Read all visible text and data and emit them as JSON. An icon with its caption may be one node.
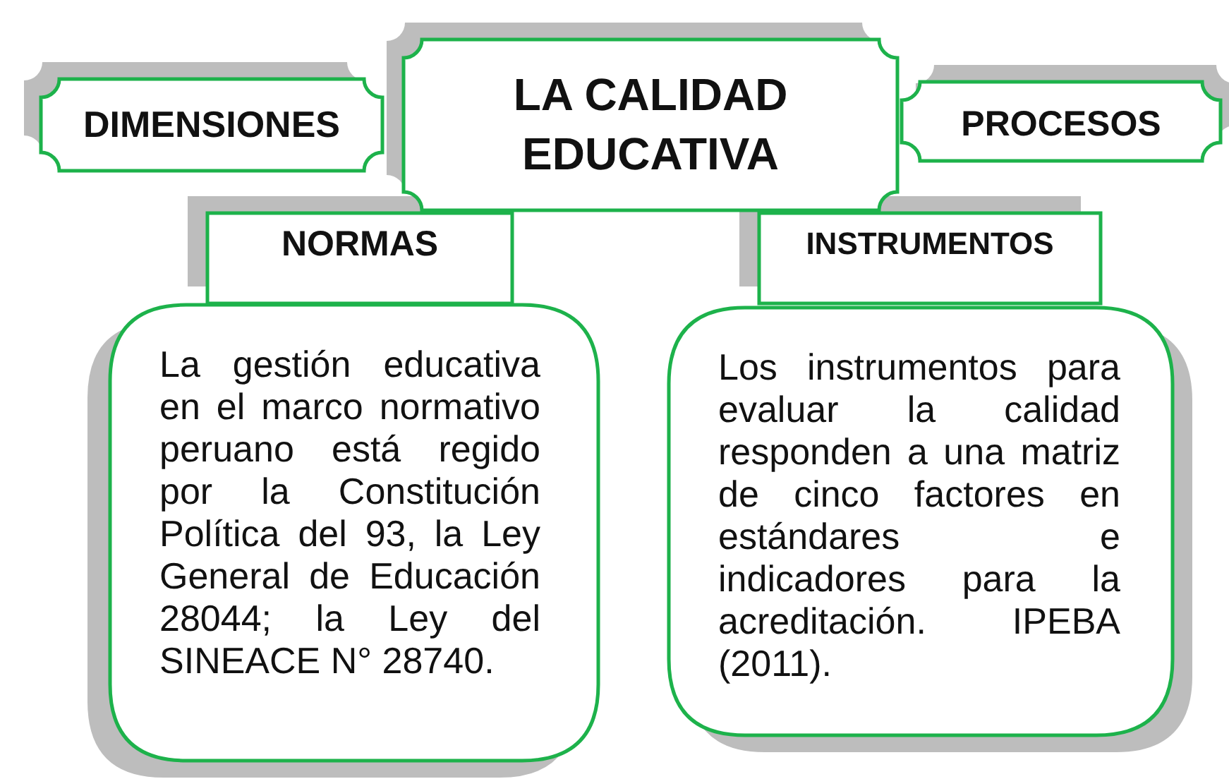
{
  "diagram": {
    "nodes": [
      {
        "text": [
          "DIMENSIONES"
        ]
      },
      {
        "text": [
          "LA CALIDAD EDUCATIVA"
        ]
      },
      {
        "text": [
          "PROCESOS"
        ]
      },
      {
        "text": [
          "NORMAS"
        ]
      },
      {
        "text": [
          "INSTRUMENTOS"
        ]
      },
      {
        "text": [
          "La gestión educativa en el marco normativo peruano está regido por la Constitución Política del 93, la Ley General de Educación 28044; la Ley del SINEACE N° 28740."
        ]
      },
      {
        "text": [
          "Los instrumentos para evaluar la calidad responden a una matriz de cinco factores en estándares e indicadores para la acreditación. IPEBA (2011)."
        ]
      }
    ]
  }
}
